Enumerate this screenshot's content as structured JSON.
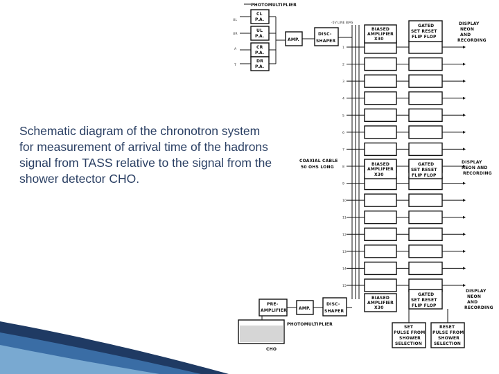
{
  "caption": "Schematic diagram of the chronotron system for measurement of arrival time of the hadrons signal from TASS relative to the signal from the shower detector CHO.",
  "schematic": {
    "top_photomultiplier": "PHOTOMULTIPLIER",
    "left_inputs": [
      "UL",
      "UR",
      "A",
      "T"
    ],
    "preamps": [
      {
        "l1": "CL",
        "l2": "P.A."
      },
      {
        "l1": "UL",
        "l2": "P.A."
      },
      {
        "l1": "CR",
        "l2": "P.A."
      },
      {
        "l1": "DR",
        "l2": "P.A."
      }
    ],
    "amp": "AMP.",
    "disc_l1": "DISC-",
    "disc_l2": "SHAPER",
    "bias": "-5V LINE BIAS",
    "biased_amp": [
      "BIASED",
      "AMPLIFIER",
      "X30"
    ],
    "gated_ff": [
      "GATED",
      "SET RESET",
      "FLIP FLOP"
    ],
    "display": [
      "DISPLAY",
      "NEON",
      "AND",
      "RECORDING"
    ],
    "display_mid": [
      "DISPLAY",
      "NEON AND",
      "RECORDING"
    ],
    "coaxial": [
      "COAXIAL CABLE",
      "50 OHS LONG"
    ],
    "channel_numbers": [
      "1",
      "2",
      "3",
      "4",
      "5",
      "6",
      "7",
      "8",
      "9",
      "10",
      "11",
      "12",
      "13",
      "14",
      "15"
    ],
    "bottom_preamp": [
      "PRE-",
      "AMPLIFIER"
    ],
    "bottom_photomultiplier": "PHOTOMULTIPLIER",
    "cho": "CHO",
    "set_pulse": [
      "SET",
      "PULSE FROM",
      "SHOWER",
      "SELECTION"
    ],
    "reset_pulse": [
      "RESET",
      "PULSE FROM",
      "SHOWER",
      "SELECTION"
    ]
  }
}
